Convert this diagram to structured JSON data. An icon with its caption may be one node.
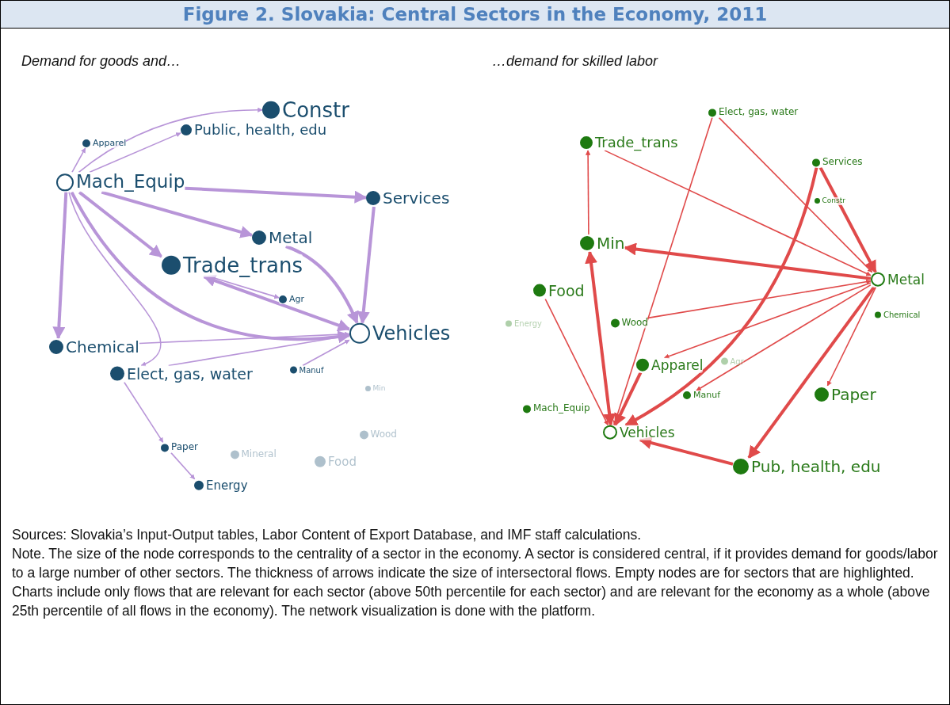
{
  "diagram": {
    "title": "Figure 2. Slovakia: Central Sectors in the Economy, 2011",
    "nodes": [
      {
        "text": [
          "Constr"
        ]
      },
      {
        "text": [
          "Public, health, edu"
        ]
      },
      {
        "text": [
          "Apparel"
        ]
      },
      {
        "text": [
          "Mach_Equip"
        ]
      },
      {
        "text": [
          "Services"
        ]
      },
      {
        "text": [
          "Metal"
        ]
      },
      {
        "text": [
          "Trade_trans"
        ]
      },
      {
        "text": [
          "Agr"
        ]
      },
      {
        "text": [
          "Vehicles"
        ]
      },
      {
        "text": [
          "Chemical"
        ]
      },
      {
        "text": [
          "Elect, gas, water"
        ]
      },
      {
        "text": [
          "Manuf"
        ]
      },
      {
        "text": [
          "Min"
        ]
      },
      {
        "text": [
          "Wood"
        ]
      },
      {
        "text": [
          "Paper"
        ]
      },
      {
        "text": [
          "Mineral"
        ]
      },
      {
        "text": [
          "Food"
        ]
      },
      {
        "text": [
          "Energy"
        ]
      },
      {
        "text": [
          "Elect, gas, water"
        ]
      },
      {
        "text": [
          "Trade_trans"
        ]
      },
      {
        "text": [
          "Services"
        ]
      },
      {
        "text": [
          "Constr"
        ]
      },
      {
        "text": [
          "Min"
        ]
      },
      {
        "text": [
          "Metal"
        ]
      },
      {
        "text": [
          "Food"
        ]
      },
      {
        "text": [
          "Chemical"
        ]
      },
      {
        "text": [
          "Energy"
        ]
      },
      {
        "text": [
          "Wood"
        ]
      },
      {
        "text": [
          "Apparel"
        ]
      },
      {
        "text": [
          "Agr"
        ]
      },
      {
        "text": [
          "Manuf"
        ]
      },
      {
        "text": [
          "Paper"
        ]
      },
      {
        "text": [
          "Mach_Equip"
        ]
      },
      {
        "text": [
          "Vehicles"
        ]
      },
      {
        "text": [
          "Pub, health, edu"
        ]
      }
    ],
    "edges": [
      {
        "from": 3,
        "to": 1,
        "arrow": "to"
      },
      {
        "from": 3,
        "to": 0,
        "arrow": "to"
      },
      {
        "from": 3,
        "to": 2,
        "arrow": "to"
      },
      {
        "from": 3,
        "to": 4,
        "arrow": "to",
        "style": "thick"
      },
      {
        "from": 3,
        "to": 5,
        "arrow": "to",
        "style": "thick"
      },
      {
        "from": 3,
        "to": 6,
        "arrow": "to",
        "style": "thick"
      },
      {
        "from": 3,
        "to": 8,
        "arrow": "to",
        "style": "thick"
      },
      {
        "from": 3,
        "to": 9,
        "arrow": "to",
        "style": "thick"
      },
      {
        "from": 3,
        "to": 10,
        "arrow": "to"
      },
      {
        "from": 4,
        "to": 8,
        "arrow": "to",
        "style": "thick"
      },
      {
        "from": 5,
        "to": 8,
        "arrow": "to",
        "style": "thick"
      },
      {
        "from": 6,
        "to": 8,
        "arrow": "both",
        "style": "thick"
      },
      {
        "from": 6,
        "to": 7,
        "arrow": "to"
      },
      {
        "from": 9,
        "to": 8,
        "arrow": "to"
      },
      {
        "from": 10,
        "to": 8,
        "arrow": "to"
      },
      {
        "from": 11,
        "to": 8,
        "arrow": "to"
      },
      {
        "from": 10,
        "to": 14,
        "arrow": "to"
      },
      {
        "from": 14,
        "to": 17,
        "arrow": "to"
      },
      {
        "from": 22,
        "to": 19,
        "arrow": "to",
        "color": "#e04a4a"
      },
      {
        "from": 33,
        "to": 22,
        "arrow": "both",
        "style": "thick",
        "color": "#e04a4a"
      },
      {
        "from": 23,
        "to": 22,
        "arrow": "to",
        "style": "thick",
        "color": "#e04a4a"
      },
      {
        "from": 18,
        "to": 23,
        "arrow": "to",
        "color": "#e04a4a"
      },
      {
        "from": 18,
        "to": 33,
        "arrow": "to",
        "color": "#e04a4a"
      },
      {
        "from": 20,
        "to": 23,
        "arrow": "to",
        "style": "thick",
        "color": "#e04a4a"
      },
      {
        "from": 20,
        "to": 33,
        "arrow": "to",
        "style": "thick",
        "color": "#e04a4a"
      },
      {
        "from": 27,
        "to": 23,
        "arrow": "to",
        "color": "#e04a4a"
      },
      {
        "from": 23,
        "to": 28,
        "arrow": "to",
        "color": "#e04a4a"
      },
      {
        "from": 23,
        "to": 30,
        "arrow": "to",
        "color": "#e04a4a"
      },
      {
        "from": 23,
        "to": 31,
        "arrow": "to",
        "color": "#e04a4a"
      },
      {
        "from": 23,
        "to": 34,
        "arrow": "to",
        "style": "thick",
        "color": "#e04a4a"
      },
      {
        "from": 28,
        "to": 33,
        "arrow": "to",
        "style": "thick",
        "color": "#e04a4a"
      },
      {
        "from": 34,
        "to": 33,
        "arrow": "to",
        "style": "thick",
        "color": "#e04a4a"
      },
      {
        "from": 24,
        "to": 33,
        "arrow": "to",
        "color": "#e04a4a"
      },
      {
        "from": 19,
        "to": 23,
        "arrow": "to",
        "color": "#e04a4a"
      }
    ],
    "labels": [
      "Demand for goods and…",
      "…demand for skilled labor",
      "Sources: Slovakia’s Input-Output tables, Labor Content of Export Database, and IMF staff calculations.",
      "Note. The size of the node corresponds to the centrality of a sector in the economy. A sector is considered central, if it provides demand for goods/labor to a large number of other sectors. The thickness of arrows indicate the size of intersectoral flows. Empty nodes are for sectors that are highlighted. Charts include only flows that are relevant for each sector (above 50th percentile for each sector) and are relevant for the economy as a whole (above 25th percentile of all flows in the economy). The network visualization is done with the platform."
    ]
  }
}
